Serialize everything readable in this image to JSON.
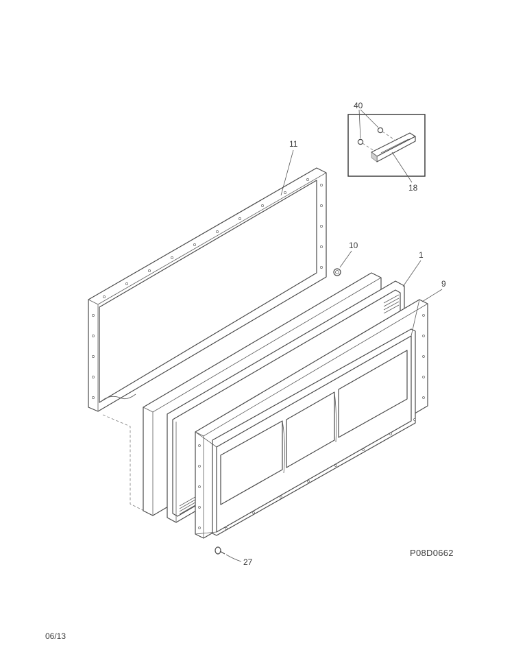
{
  "callouts": {
    "c1": "1",
    "c9": "9",
    "c10": "10",
    "c11": "11",
    "c18": "18",
    "c27": "27",
    "c40": "40"
  },
  "drawing_id": "P08D0662",
  "date_code": "06/13"
}
